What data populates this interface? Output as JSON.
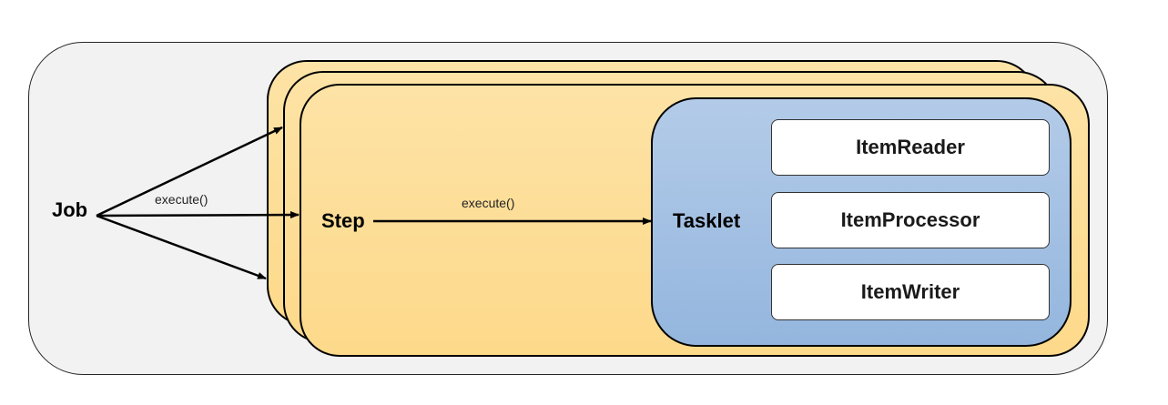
{
  "diagram": {
    "job": "Job",
    "job_edge_label": "execute()",
    "step": "Step",
    "step_edge_label": "execute()",
    "tasklet": "Tasklet",
    "items": [
      "ItemReader",
      "ItemProcessor",
      "ItemWriter"
    ]
  },
  "colors": {
    "container_bg": "#f2f2f2",
    "step_fill": "#fdd98a",
    "tasklet_fill": "#a3c0e3",
    "item_fill": "#ffffff",
    "stroke": "#000000"
  }
}
